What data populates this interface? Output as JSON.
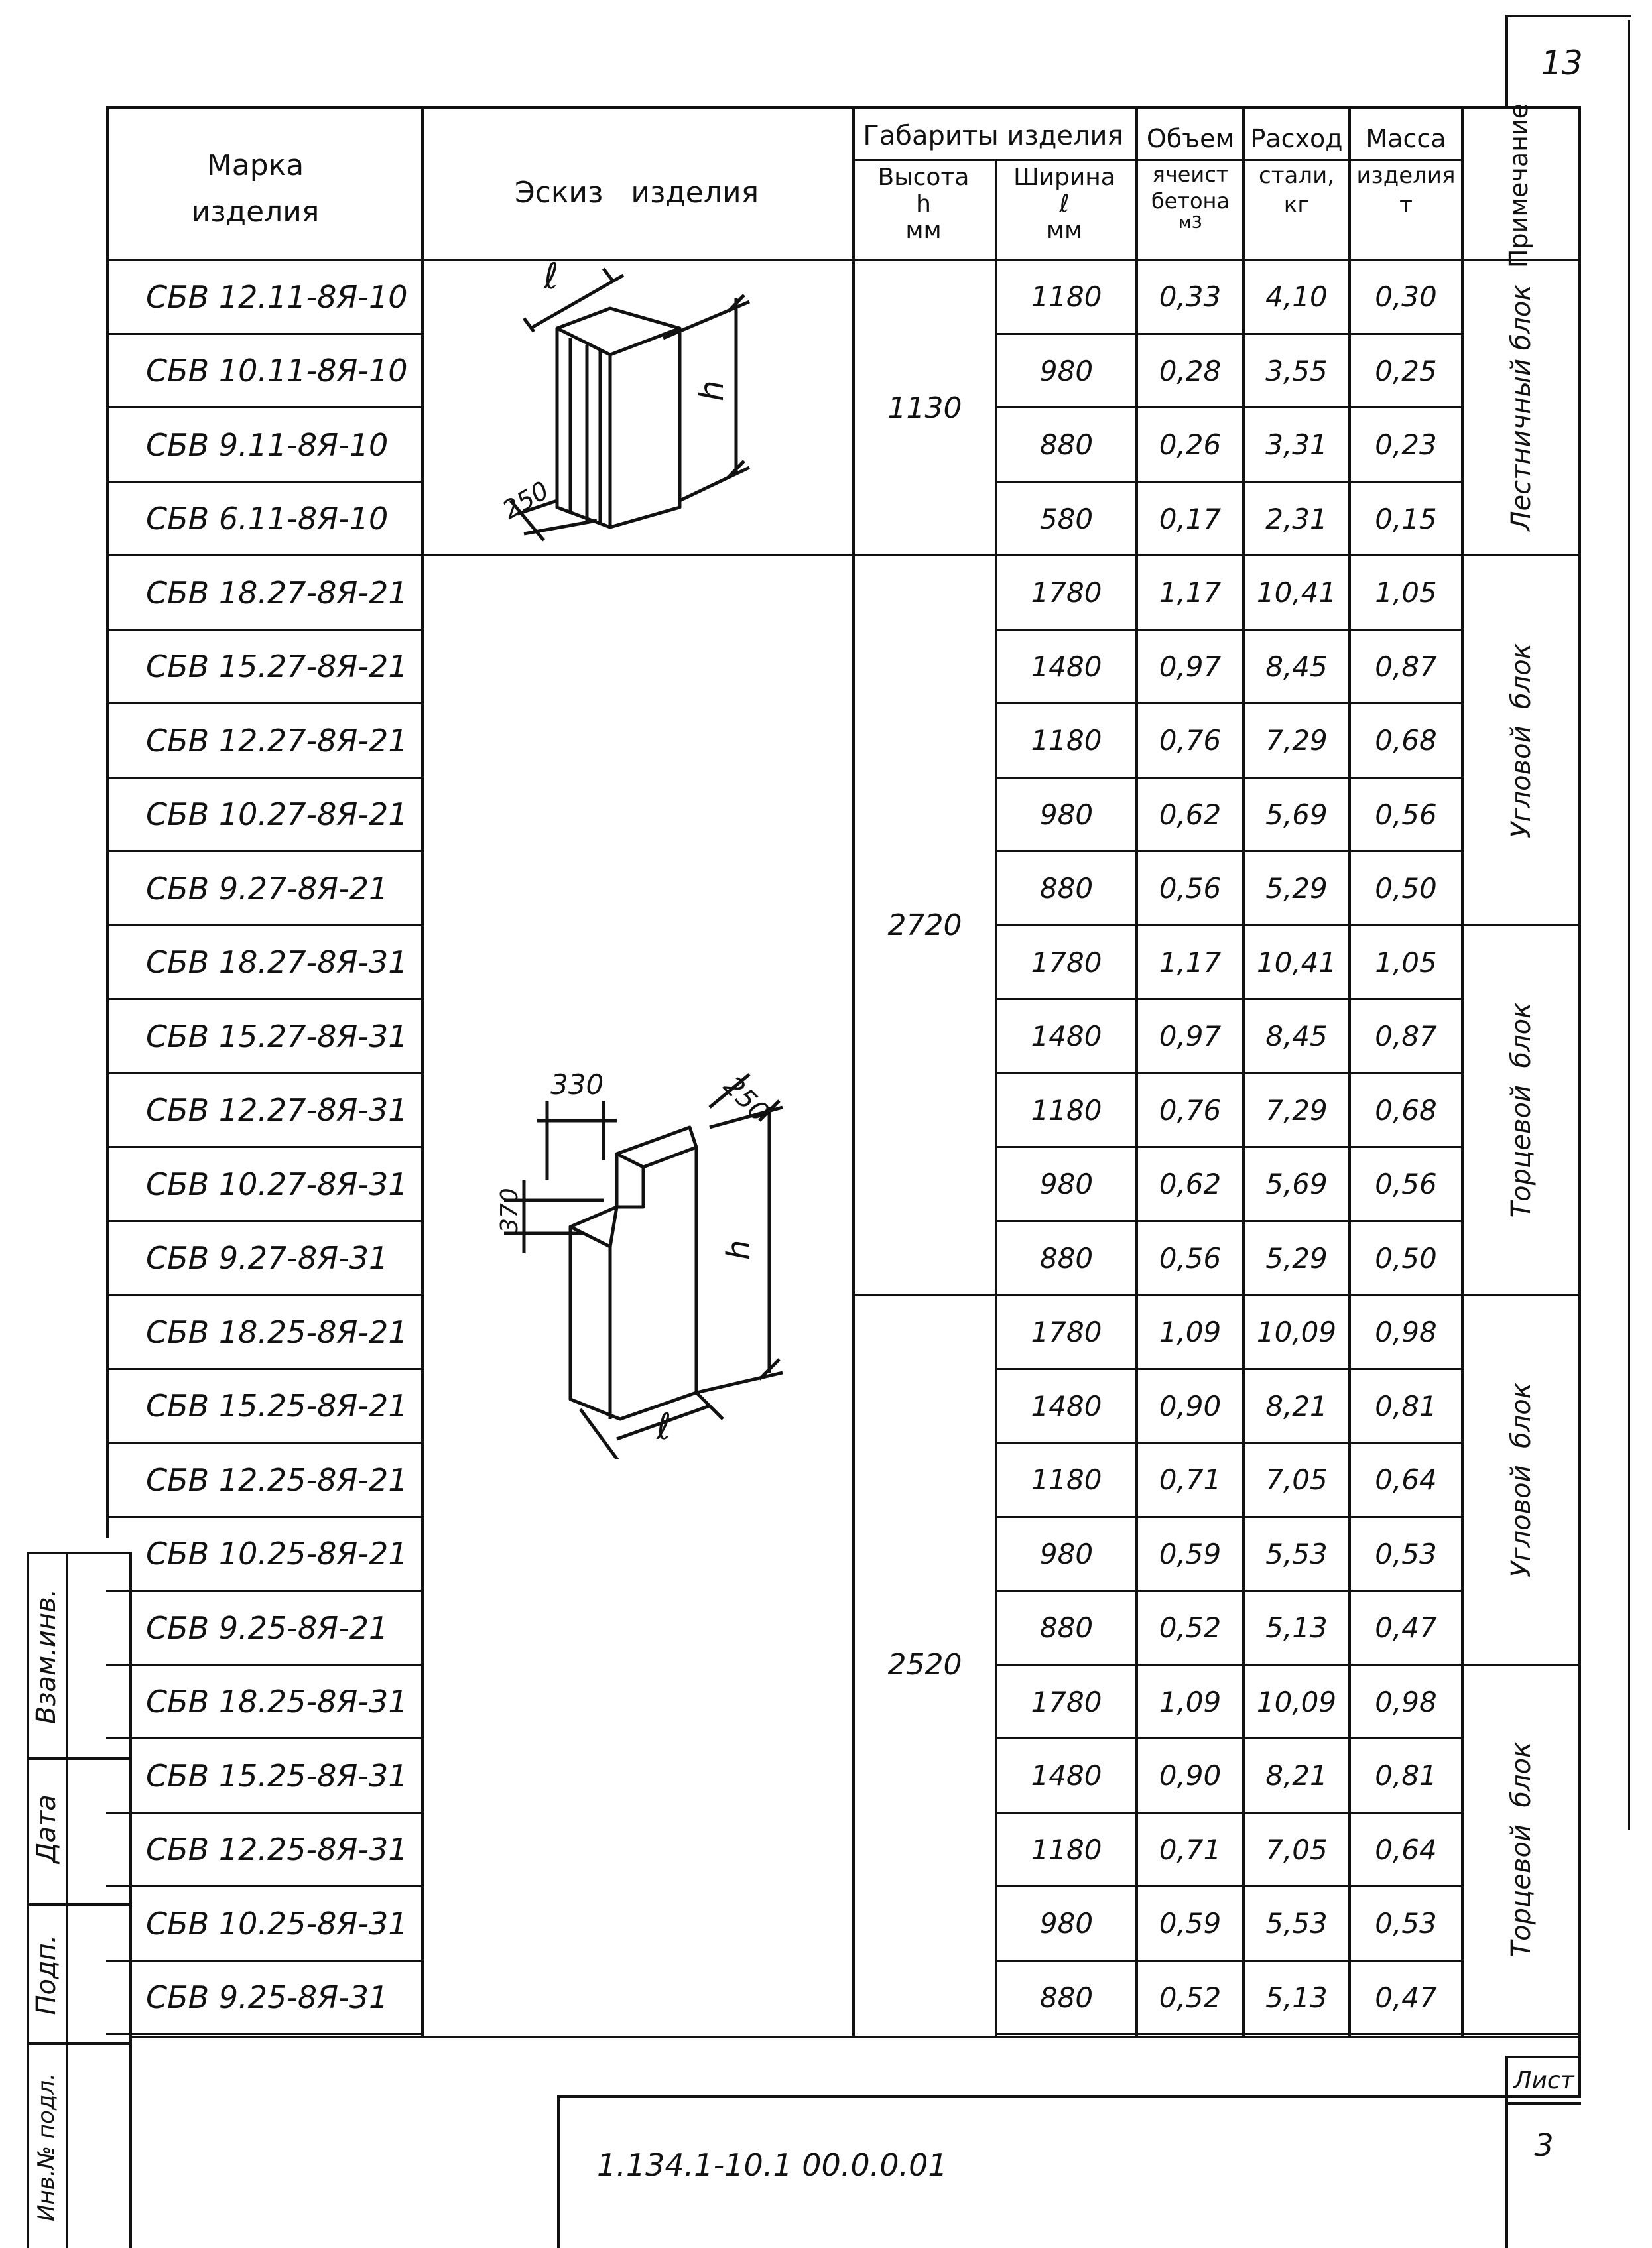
{
  "page_number": "13",
  "header": {
    "mark": [
      "Марка",
      "изделия"
    ],
    "sketch": "Эскиз   изделия",
    "dims_group": "Габариты изделия",
    "height": [
      "Высота",
      "h",
      "мм"
    ],
    "width": [
      "Ширина",
      "ℓ",
      "мм"
    ],
    "volume": [
      "Объем",
      "ячеист",
      "бетона",
      "м3"
    ],
    "steel": [
      "Расход",
      "стали,",
      "кг"
    ],
    "mass": [
      "Масса",
      "изделия",
      "т"
    ],
    "note": "Примечание"
  },
  "rows": [
    {
      "mark": "СБВ 12.11-8Я-10",
      "width": "1180",
      "volume": "0,33",
      "steel": "4,10",
      "mass": "0,30"
    },
    {
      "mark": "СБВ 10.11-8Я-10",
      "width": "980",
      "volume": "0,28",
      "steel": "3,55",
      "mass": "0,25"
    },
    {
      "mark": "СБВ 9.11-8Я-10",
      "width": "880",
      "volume": "0,26",
      "steel": "3,31",
      "mass": "0,23"
    },
    {
      "mark": "СБВ 6.11-8Я-10",
      "width": "580",
      "volume": "0,17",
      "steel": "2,31",
      "mass": "0,15"
    },
    {
      "mark": "СБВ 18.27-8Я-21",
      "width": "1780",
      "volume": "1,17",
      "steel": "10,41",
      "mass": "1,05"
    },
    {
      "mark": "СБВ 15.27-8Я-21",
      "width": "1480",
      "volume": "0,97",
      "steel": "8,45",
      "mass": "0,87"
    },
    {
      "mark": "СБВ 12.27-8Я-21",
      "width": "1180",
      "volume": "0,76",
      "steel": "7,29",
      "mass": "0,68"
    },
    {
      "mark": "СБВ 10.27-8Я-21",
      "width": "980",
      "volume": "0,62",
      "steel": "5,69",
      "mass": "0,56"
    },
    {
      "mark": "СБВ 9.27-8Я-21",
      "width": "880",
      "volume": "0,56",
      "steel": "5,29",
      "mass": "0,50"
    },
    {
      "mark": "СБВ 18.27-8Я-31",
      "width": "1780",
      "volume": "1,17",
      "steel": "10,41",
      "mass": "1,05"
    },
    {
      "mark": "СБВ 15.27-8Я-31",
      "width": "1480",
      "volume": "0,97",
      "steel": "8,45",
      "mass": "0,87"
    },
    {
      "mark": "СБВ 12.27-8Я-31",
      "width": "1180",
      "volume": "0,76",
      "steel": "7,29",
      "mass": "0,68"
    },
    {
      "mark": "СБВ 10.27-8Я-31",
      "width": "980",
      "volume": "0,62",
      "steel": "5,69",
      "mass": "0,56"
    },
    {
      "mark": "СБВ 9.27-8Я-31",
      "width": "880",
      "volume": "0,56",
      "steel": "5,29",
      "mass": "0,50"
    },
    {
      "mark": "СБВ 18.25-8Я-21",
      "width": "1780",
      "volume": "1,09",
      "steel": "10,09",
      "mass": "0,98"
    },
    {
      "mark": "СБВ 15.25-8Я-21",
      "width": "1480",
      "volume": "0,90",
      "steel": "8,21",
      "mass": "0,81"
    },
    {
      "mark": "СБВ 12.25-8Я-21",
      "width": "1180",
      "volume": "0,71",
      "steel": "7,05",
      "mass": "0,64"
    },
    {
      "mark": "СБВ 10.25-8Я-21",
      "width": "980",
      "volume": "0,59",
      "steel": "5,53",
      "mass": "0,53"
    },
    {
      "mark": "СБВ 9.25-8Я-21",
      "width": "880",
      "volume": "0,52",
      "steel": "5,13",
      "mass": "0,47"
    },
    {
      "mark": "СБВ 18.25-8Я-31",
      "width": "1780",
      "volume": "1,09",
      "steel": "10,09",
      "mass": "0,98"
    },
    {
      "mark": "СБВ 15.25-8Я-31",
      "width": "1480",
      "volume": "0,90",
      "steel": "8,21",
      "mass": "0,81"
    },
    {
      "mark": "СБВ 12.25-8Я-31",
      "width": "1180",
      "volume": "0,71",
      "steel": "7,05",
      "mass": "0,64"
    },
    {
      "mark": "СБВ 10.25-8Я-31",
      "width": "980",
      "volume": "0,59",
      "steel": "5,53",
      "mass": "0,53"
    },
    {
      "mark": "СБВ 9.25-8Я-31",
      "width": "880",
      "volume": "0,52",
      "steel": "5,13",
      "mass": "0,47"
    }
  ],
  "heights": [
    "1130",
    "2720",
    "2520"
  ],
  "notes": [
    "Лестничный блок",
    "Угловой  блок",
    "Торцевой  блок",
    "Угловой  блок",
    "Торцевой  блок"
  ],
  "sketch_dims": {
    "l": "ℓ",
    "h": "h",
    "d250": "250",
    "d330": "330",
    "d370": "370"
  },
  "side_stamp": [
    "Взам.инв.",
    "Дата",
    "Подп.",
    "Инв.№ подл."
  ],
  "footer": {
    "code": "1.134.1-10.1 00.0.0.01",
    "sheet_label": "Лист",
    "sheet_no": "3"
  }
}
